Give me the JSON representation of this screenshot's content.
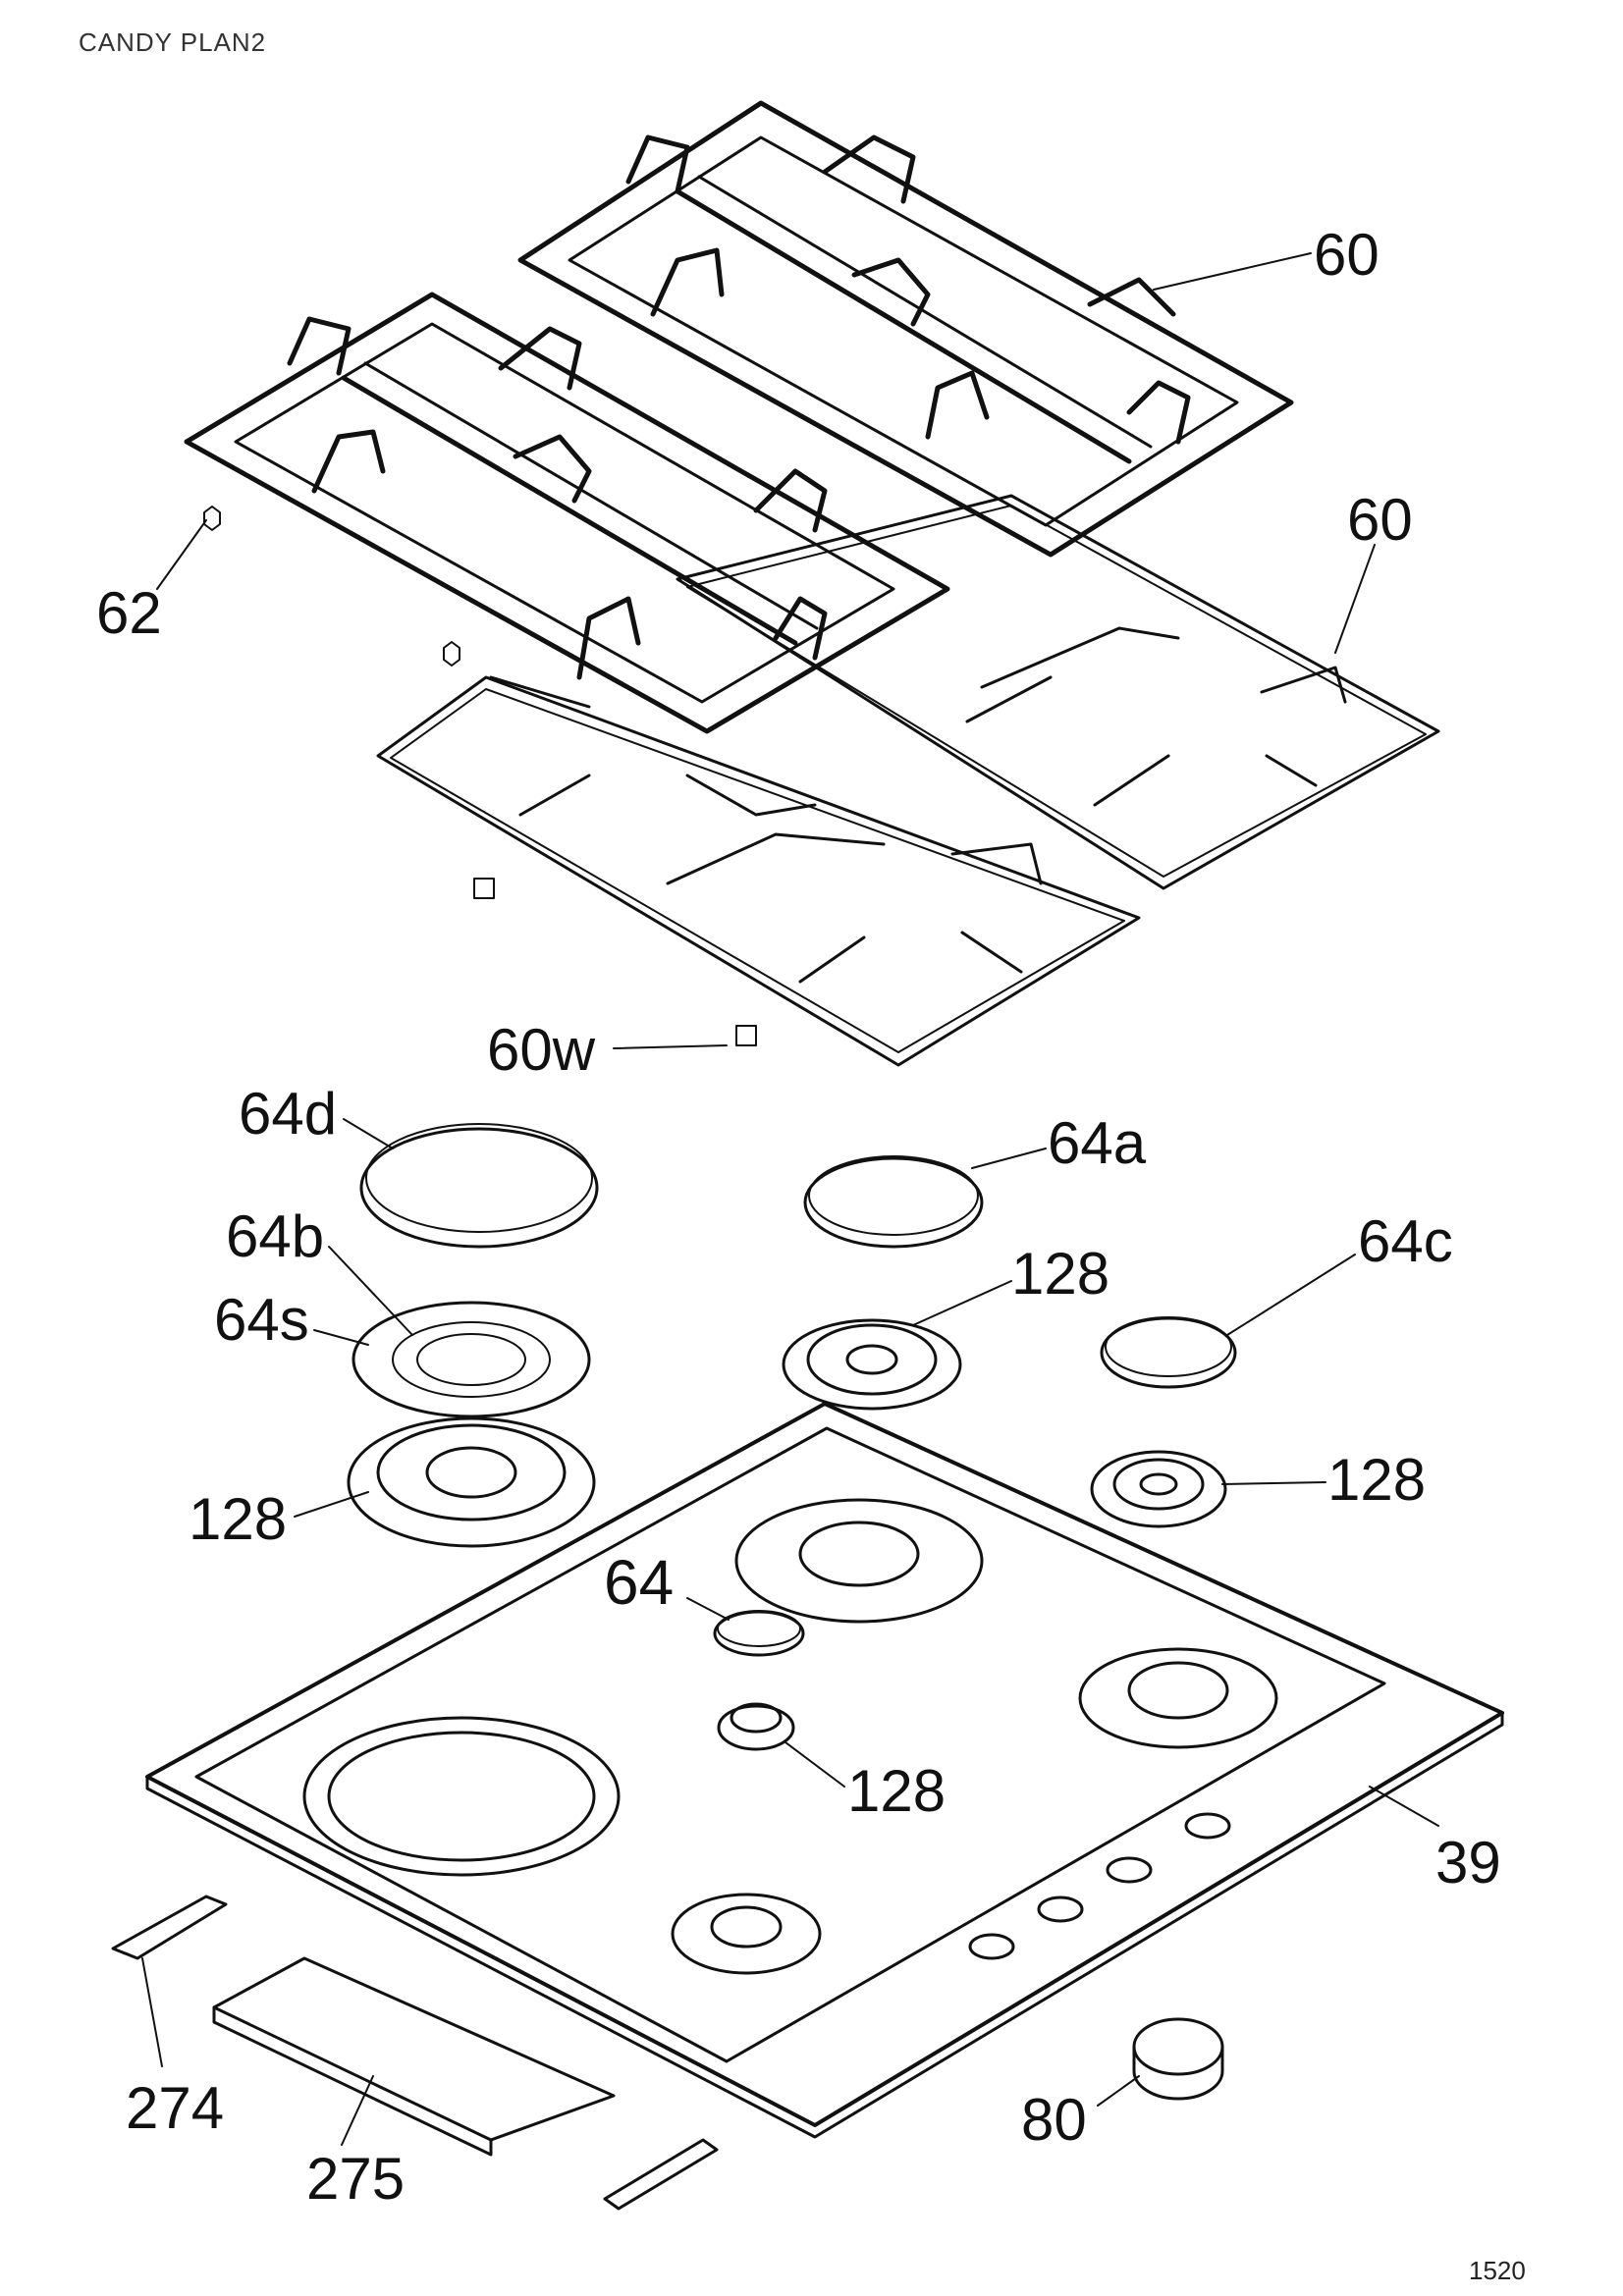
{
  "header": "CANDY PLAN2",
  "page_number": "1520",
  "labels": {
    "pan_support_right": "60",
    "pan_support_right_wire": "60",
    "screw": "62",
    "foot": "60w",
    "cap_64d": "64d",
    "cap_64a": "64a",
    "cap_64c": "64c",
    "cap_64b": "64b",
    "cap_64s": "64s",
    "burner_128_centre": "128",
    "burner_128_right": "128",
    "burner_128_left": "128",
    "burner_128_small": "128",
    "cap_64": "64",
    "hob_top": "39",
    "bracket": "274",
    "seal": "275",
    "knob": "80"
  }
}
